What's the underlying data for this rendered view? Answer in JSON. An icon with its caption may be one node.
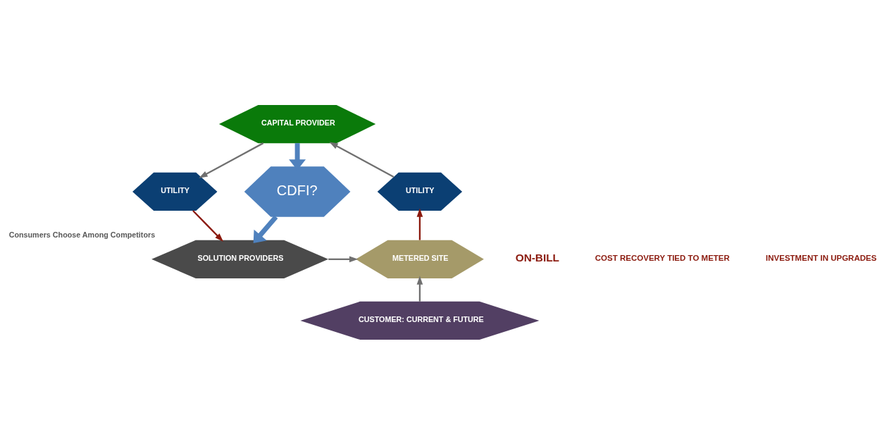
{
  "diagram": {
    "nodes": [
      {
        "text": [
          "CAPITAL PROVIDER"
        ]
      },
      {
        "text": [
          "UTILITY"
        ]
      },
      {
        "text": [
          "UTILITY"
        ]
      },
      {
        "text": [
          "CDFI?"
        ]
      },
      {
        "text": [
          "METERED SITE"
        ]
      },
      {
        "text": [
          "SOLUTION PROVIDERS"
        ],
        "beside": [
          "Consumers Choose Among Competitors"
        ]
      },
      {
        "text": [
          "CUSTOMER: CURRENT & FUTURE"
        ]
      }
    ],
    "edges": [
      {
        "from": 1,
        "to": 0,
        "arrow": "to"
      },
      {
        "from": 0,
        "to": 2,
        "arrow": "to"
      },
      {
        "from": 2,
        "to": 5,
        "arrow": "to",
        "color": "#8b1a0e"
      },
      {
        "from": 5,
        "to": 4,
        "arrow": "to"
      },
      {
        "from": 6,
        "to": 4,
        "arrow": "to"
      },
      {
        "from": 4,
        "to": 1,
        "arrow": "to",
        "color": "#8b1a0e"
      },
      {
        "from": 0,
        "to": 3,
        "arrow": "to",
        "style": "thick",
        "color": "#4f81bd"
      },
      {
        "from": 3,
        "to": 5,
        "arrow": "to",
        "style": "thick",
        "color": "#4f81bd"
      }
    ],
    "labels": [
      "ON-BILL",
      "COST RECOVERY TIED TO METER",
      "INVESTMENT IN UPGRADES"
    ]
  }
}
